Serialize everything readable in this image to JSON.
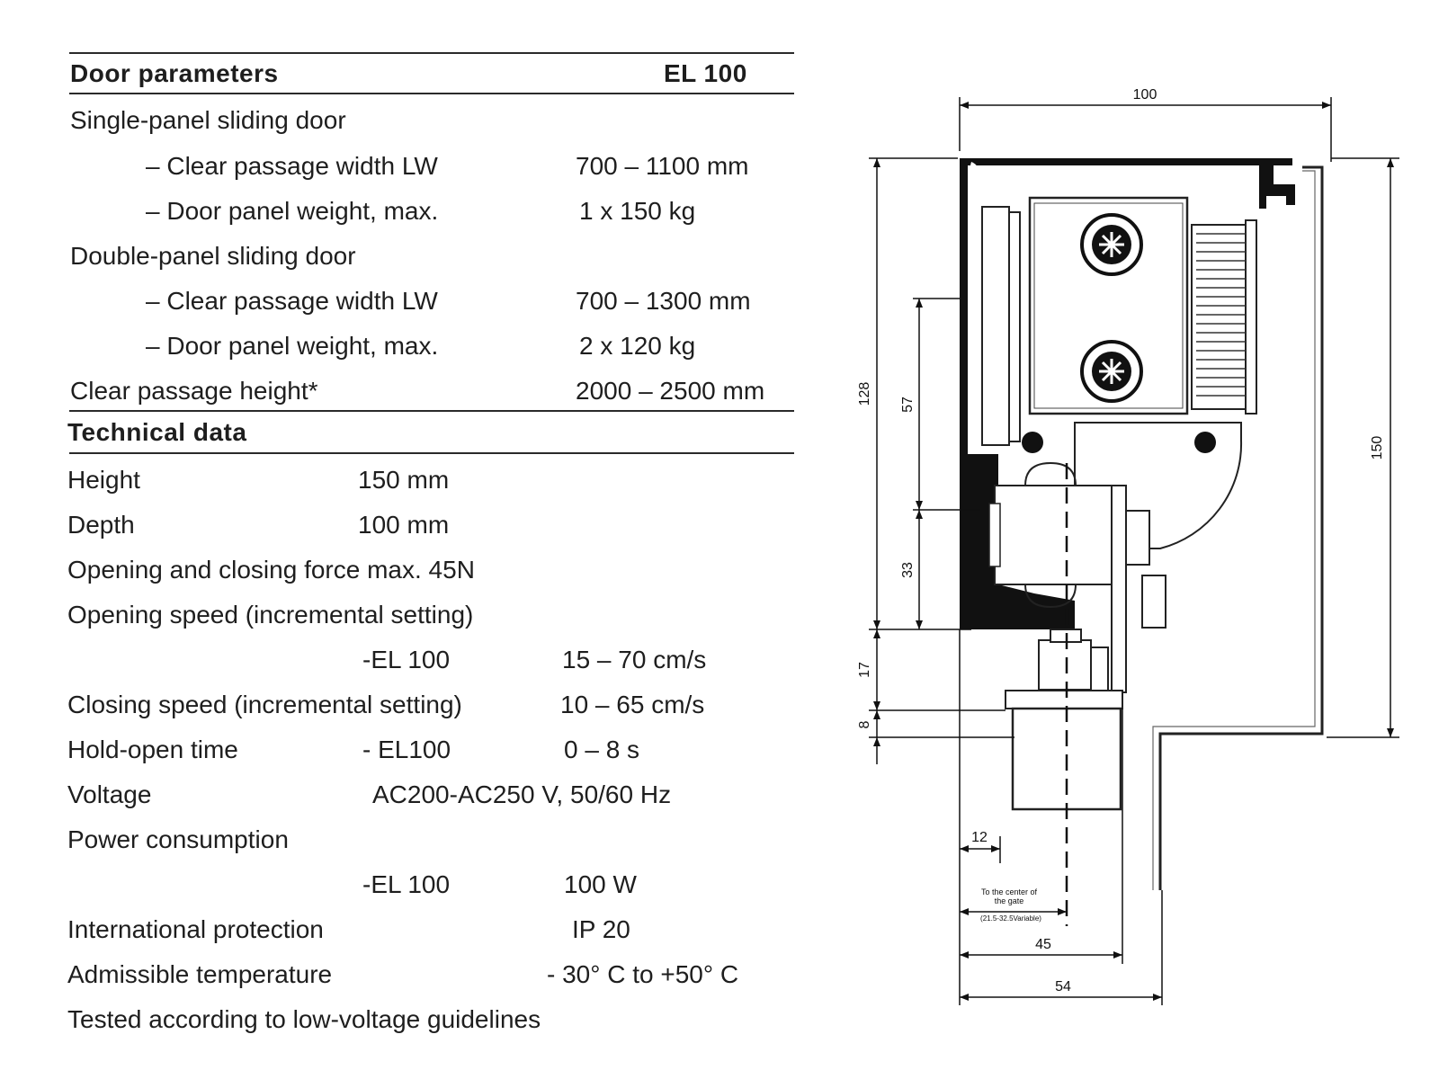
{
  "door_parameters": {
    "heading": "Door parameters",
    "model": "EL 100",
    "single_panel": {
      "title": "Single-panel sliding door",
      "width_label": "– Clear passage width LW",
      "width_value": "700 – 1100 mm",
      "weight_label": "– Door panel weight, max.",
      "weight_value": "1 x 150 kg"
    },
    "double_panel": {
      "title": "Double-panel sliding door",
      "width_label": "– Clear passage width LW",
      "width_value": "700 – 1300 mm",
      "weight_label": "– Door panel weight, max.",
      "weight_value": "2 x 120 kg"
    },
    "height_label": "Clear passage height*",
    "height_value": "2000 – 2500 mm"
  },
  "technical_data": {
    "heading": "Technical data",
    "height_label": "Height",
    "height_value": "150 mm",
    "depth_label": "Depth",
    "depth_value": "100 mm",
    "force": "Opening and closing force max. 45N",
    "opening_speed_label": "Opening speed (incremental setting)",
    "opening_speed_model": "-EL 100",
    "opening_speed_value": "15 – 70 cm/s",
    "closing_speed_label": "Closing speed (incremental setting)",
    "closing_speed_value": "10 – 65 cm/s",
    "hold_open_label": "Hold-open time",
    "hold_open_model": "- EL100",
    "hold_open_value": "0 – 8 s",
    "voltage_label": "Voltage",
    "voltage_value": "AC200-AC250 V, 50/60 Hz",
    "power_label": "Power consumption",
    "power_model": "-EL 100",
    "power_value": "100 W",
    "protection_label": "International protection",
    "protection_value": "IP 20",
    "temperature_label": "Admissible temperature",
    "temperature_value": "- 30° C to +50° C",
    "tested": "Tested according to low-voltage guidelines"
  },
  "drawing": {
    "dim_100": "100",
    "dim_128": "128",
    "dim_57": "57",
    "dim_33": "33",
    "dim_17": "17",
    "dim_8": "8",
    "dim_150": "150",
    "dim_12": "12",
    "dim_45": "45",
    "dim_54": "54",
    "center_note_1": "To the center of",
    "center_note_2": "the gate",
    "center_note_3": "(21.5-32.5Variable)"
  }
}
